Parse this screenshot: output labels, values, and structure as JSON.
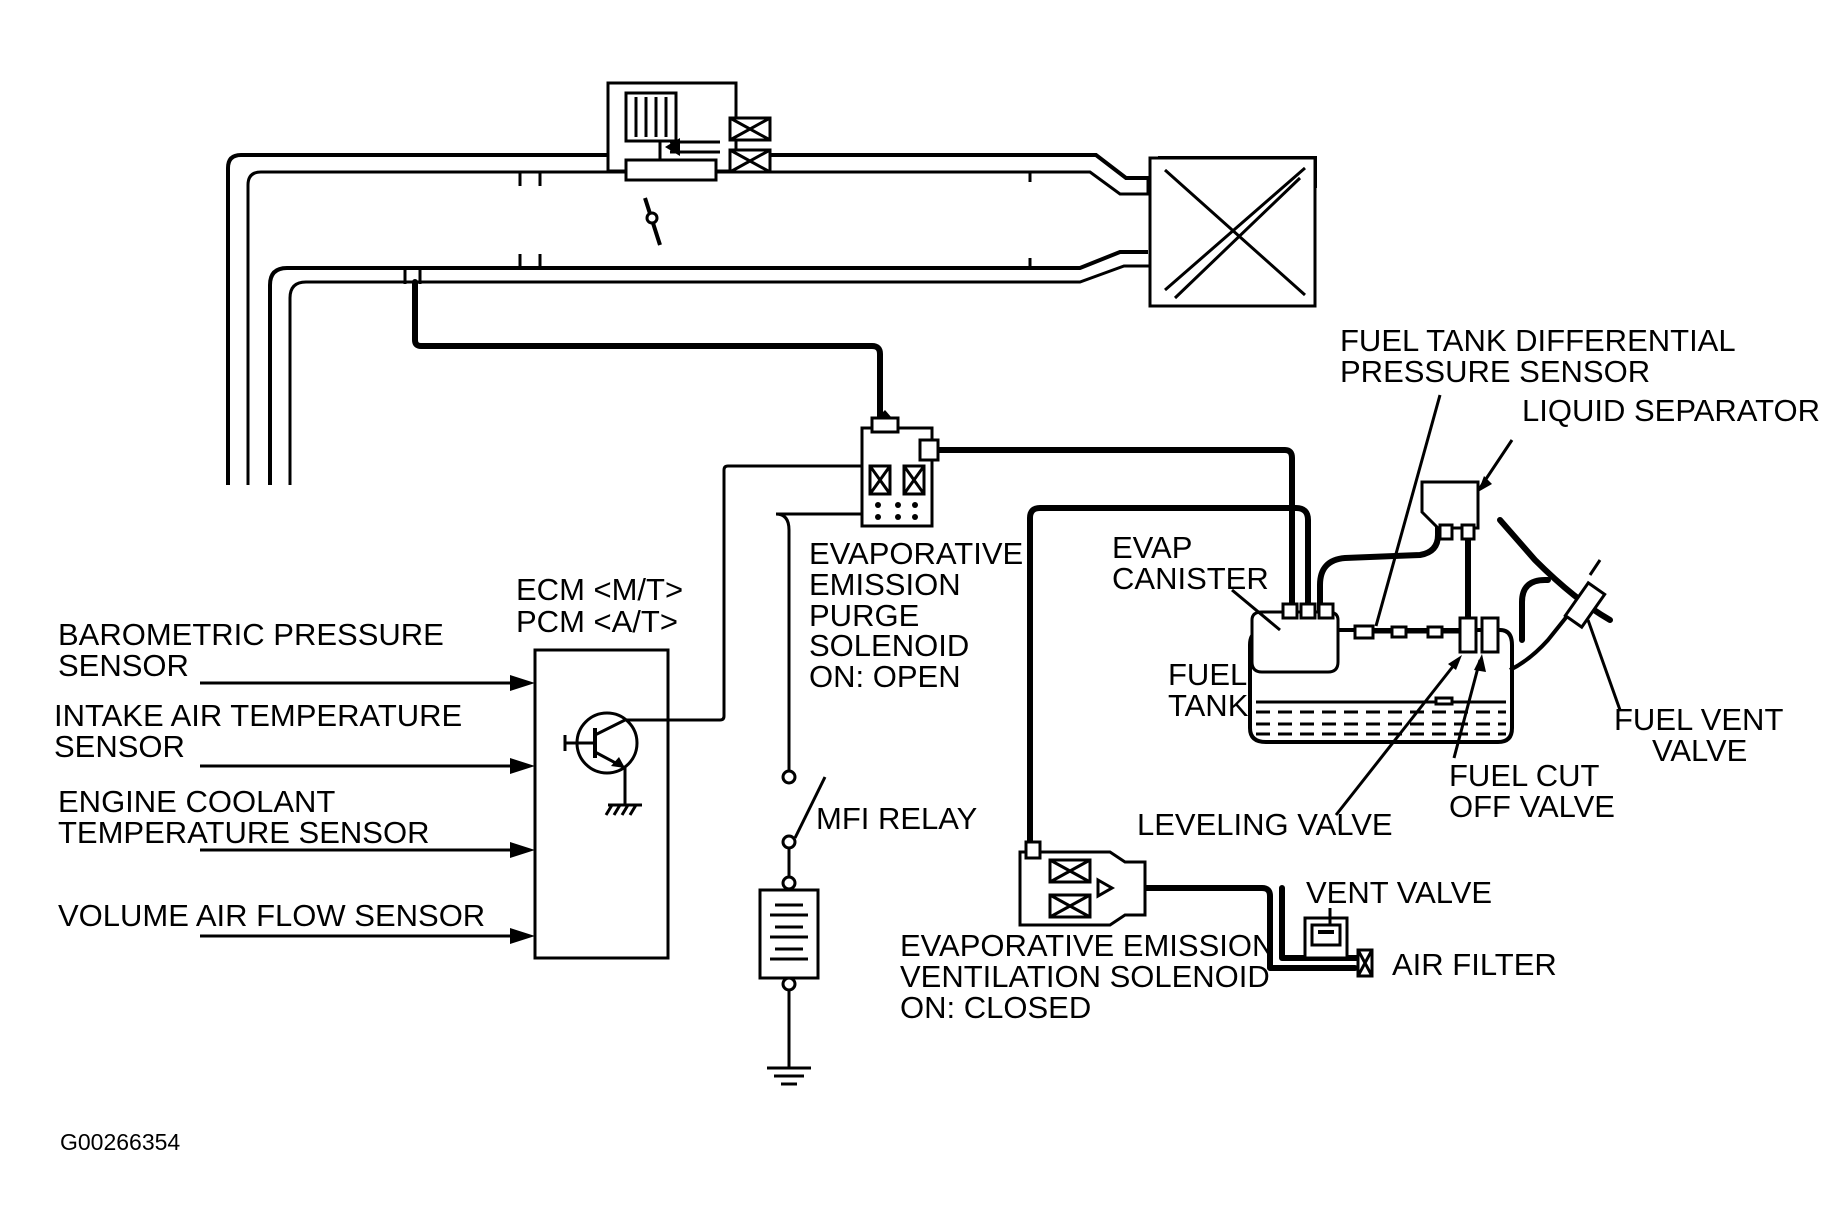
{
  "figure_code": "G00266354",
  "ecm": {
    "line1": "ECM <M/T>",
    "line2": "PCM <A/T>"
  },
  "inputs": [
    {
      "line1": "BAROMETRIC PRESSURE",
      "line2": "SENSOR"
    },
    {
      "line1": "INTAKE AIR TEMPERATURE",
      "line2": "SENSOR"
    },
    {
      "line1": "ENGINE COOLANT",
      "line2": "TEMPERATURE SENSOR"
    },
    {
      "line1": "VOLUME AIR FLOW SENSOR"
    }
  ],
  "purge_solenoid": {
    "lines": [
      "EVAPORATIVE",
      "EMISSION",
      "PURGE",
      "SOLENOID",
      "ON: OPEN"
    ]
  },
  "mfi_relay": {
    "label": "MFI RELAY"
  },
  "evap_canister": {
    "line1": "EVAP",
    "line2": "CANISTER"
  },
  "fuel_tank": {
    "line1": "FUEL",
    "line2": "TANK"
  },
  "pressure_sensor": {
    "line1": "FUEL TANK DIFFERENTIAL",
    "line2": "PRESSURE SENSOR"
  },
  "liquid_separator": {
    "label": "LIQUID SEPARATOR"
  },
  "fuel_vent_valve": {
    "line1": "FUEL VENT",
    "line2": "VALVE"
  },
  "fuel_cut_off_valve": {
    "line1": "FUEL CUT",
    "line2": "OFF VALVE"
  },
  "leveling_valve": {
    "label": "LEVELING VALVE"
  },
  "vent_valve": {
    "label": "VENT VALVE"
  },
  "air_filter": {
    "label": "AIR FILTER"
  },
  "ventilation_solenoid": {
    "lines": [
      "EVAPORATIVE EMISSION",
      "VENTILATION SOLENOID",
      "ON: CLOSED"
    ]
  }
}
